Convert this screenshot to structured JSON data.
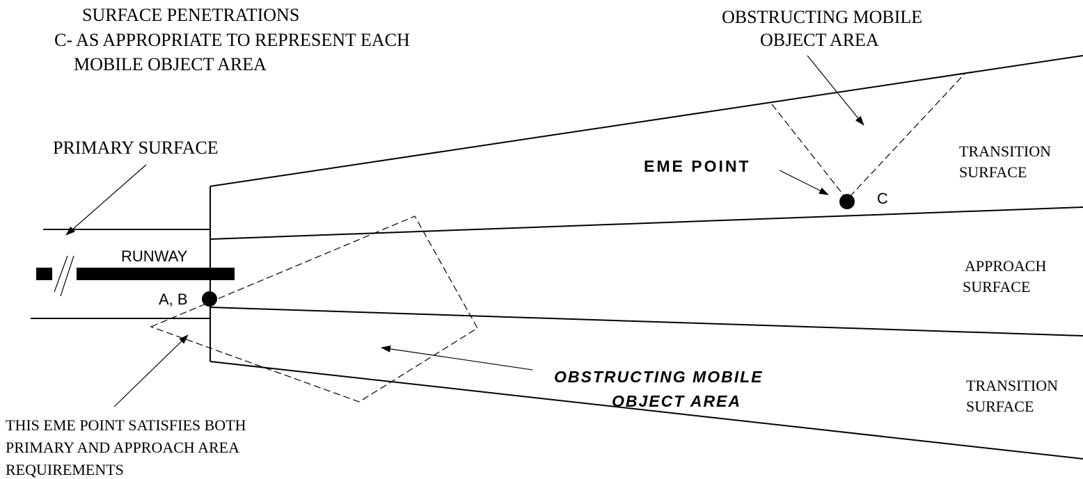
{
  "header_lines": [
    "SURFACE PENETRATIONS",
    "C- AS APPROPRIATE TO REPRESENT EACH",
    "MOBILE OBJECT AREA"
  ],
  "labels": {
    "obstructing_top_line1": "OBSTRUCTING MOBILE",
    "obstructing_top_line2": "OBJECT AREA",
    "primary_surface": "PRIMARY SURFACE",
    "eme_point": "EME POINT",
    "point_c": "C",
    "runway": "RUNWAY",
    "point_ab": "A, B",
    "transition_upper_line1": "TRANSITION",
    "transition_upper_line2": "SURFACE",
    "approach_line1": "APPROACH",
    "approach_line2": "SURFACE",
    "transition_lower_line1": "TRANSITION",
    "transition_lower_line2": "SURFACE",
    "obstructing_center_line1": "OBSTRUCTING MOBILE",
    "obstructing_center_line2": "OBJECT AREA",
    "footnote_line1": "THIS EME POINT SATISFIES BOTH",
    "footnote_line2": "PRIMARY AND APPROACH AREA",
    "footnote_line3": "REQUIREMENTS"
  }
}
